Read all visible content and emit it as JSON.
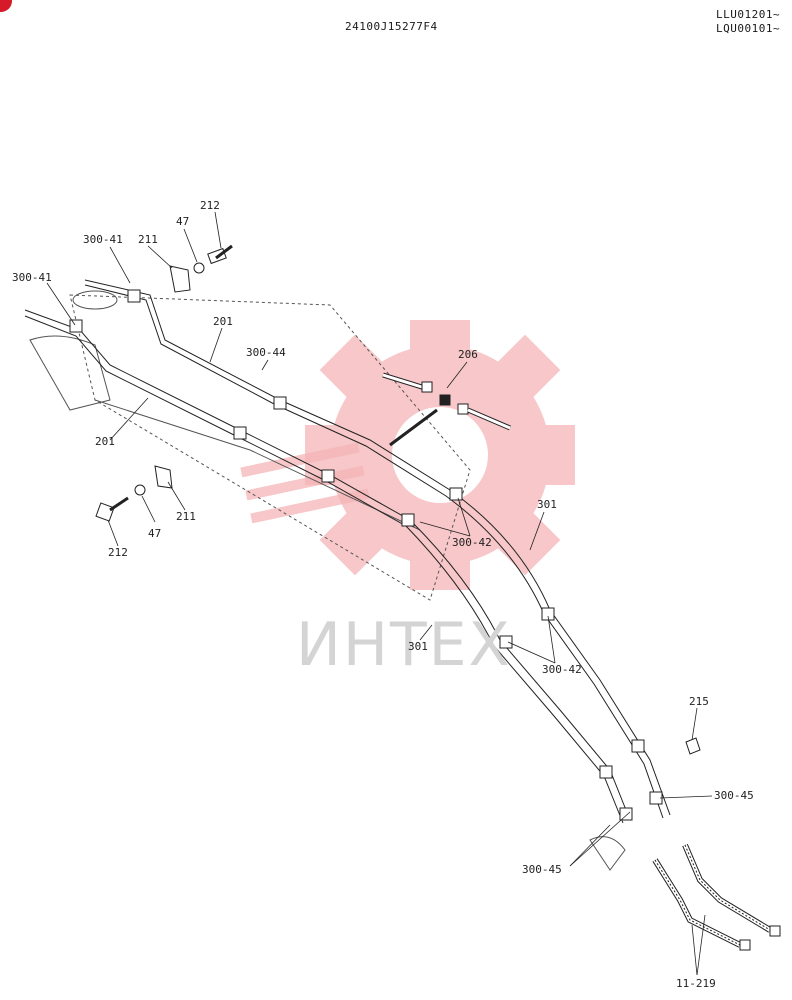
{
  "header": {
    "document_code": "24100J15277F4",
    "serial_ranges": [
      "LLU01201~",
      "LQU00101~"
    ]
  },
  "watermark": {
    "text": "ИНТЕХ",
    "color": "#f2a3a6"
  },
  "callouts": {
    "c212a": "212",
    "c47a": "47",
    "c211a": "211",
    "c30041a": "300-41",
    "c30041b": "300-41",
    "c201a": "201",
    "c30044": "300-44",
    "c206": "206",
    "c201b": "201",
    "c211b": "211",
    "c47b": "47",
    "c212b": "212",
    "c301a": "301",
    "c30042a": "300-42",
    "c301b": "301",
    "c30042b": "300-42",
    "c215": "215",
    "c30045a": "300-45",
    "c30045b": "300-45",
    "c11219": "11-219"
  }
}
